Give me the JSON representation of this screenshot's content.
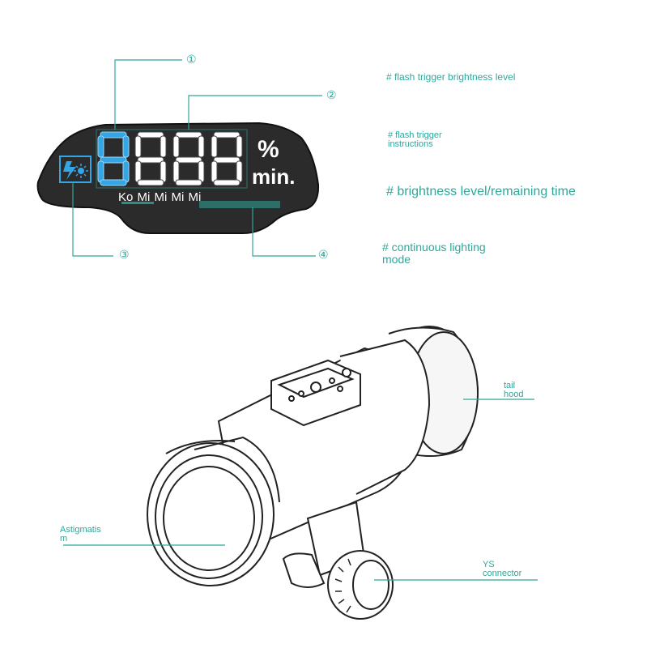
{
  "notes": {
    "n1": "# flash trigger brightness level",
    "n2": "# flash trigger\ninstructions",
    "n3": "# brightness level/remaining time",
    "n4": "# continuous lighting\nmode"
  },
  "callouts": {
    "c1": "①",
    "c2": "②",
    "c3": "③",
    "c4": "④"
  },
  "display": {
    "unit_percent": "%",
    "unit_min": "min.",
    "mode_row": "Ko Mi Mi Mi Mi"
  },
  "labels": {
    "tail": "tail\nhood",
    "astig": "Astigmatis\nm",
    "ys": "YS\nconnector"
  },
  "colors": {
    "accent": "#2fa79a",
    "segment_blue": "#34a6e6",
    "panel": "#2b2b2b"
  }
}
